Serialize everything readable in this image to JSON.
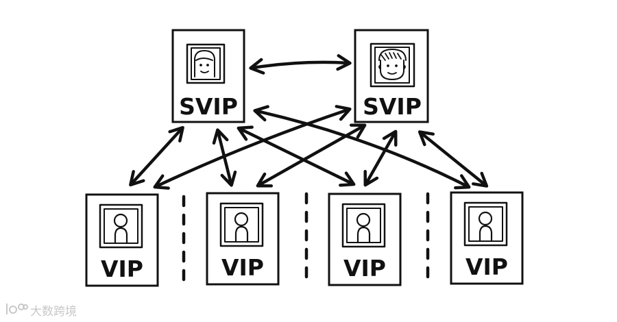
{
  "top_cards": [
    {
      "label": "SVIP",
      "avatar": "face-long-hair-icon"
    },
    {
      "label": "SVIP",
      "avatar": "face-short-hair-icon"
    }
  ],
  "bottom_cards": [
    {
      "label": "VIP",
      "avatar": "person-silhouette-icon"
    },
    {
      "label": "VIP",
      "avatar": "person-silhouette-icon"
    },
    {
      "label": "VIP",
      "avatar": "person-silhouette-icon"
    },
    {
      "label": "VIP",
      "avatar": "person-silhouette-icon"
    }
  ],
  "connections": [
    {
      "from": "top-0",
      "to": "top-1"
    },
    {
      "from": "top-0",
      "to": "bottom-0"
    },
    {
      "from": "top-0",
      "to": "bottom-1"
    },
    {
      "from": "top-0",
      "to": "bottom-2"
    },
    {
      "from": "top-0",
      "to": "bottom-3"
    },
    {
      "from": "top-1",
      "to": "bottom-0"
    },
    {
      "from": "top-1",
      "to": "bottom-1"
    },
    {
      "from": "top-1",
      "to": "bottom-2"
    },
    {
      "from": "top-1",
      "to": "bottom-3"
    }
  ],
  "watermark": {
    "text": "大数跨境",
    "icon": "brand-logo-icon"
  },
  "colors": {
    "ink": "#111111",
    "watermark": "#c8c8c8",
    "background": "#ffffff"
  }
}
